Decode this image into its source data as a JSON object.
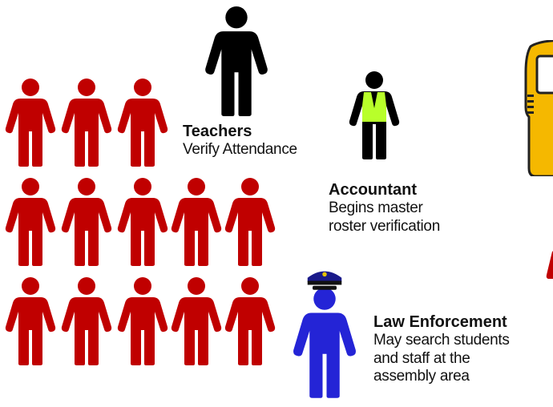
{
  "colors": {
    "student": "#c00000",
    "teacher": "#000000",
    "accountant_vest": "#b8ff2a",
    "officer": "#2424d6",
    "bus": "#f5b800"
  },
  "icons": {
    "student": "person-icon",
    "teacher": "person-icon",
    "accountant": "person-vest-icon",
    "officer": "police-officer-icon",
    "bus": "school-bus-icon"
  },
  "roles": {
    "teachers": {
      "title": "Teachers",
      "description": "Verify Attendance"
    },
    "accountant": {
      "title": "Accountant",
      "description_lines": [
        "Begins master",
        "roster verification"
      ]
    },
    "law_enforcement": {
      "title": "Law Enforcement",
      "description_lines": [
        "May search students",
        "and staff at the",
        "assembly area"
      ]
    }
  },
  "students": {
    "rows": [
      3,
      5,
      5
    ]
  }
}
